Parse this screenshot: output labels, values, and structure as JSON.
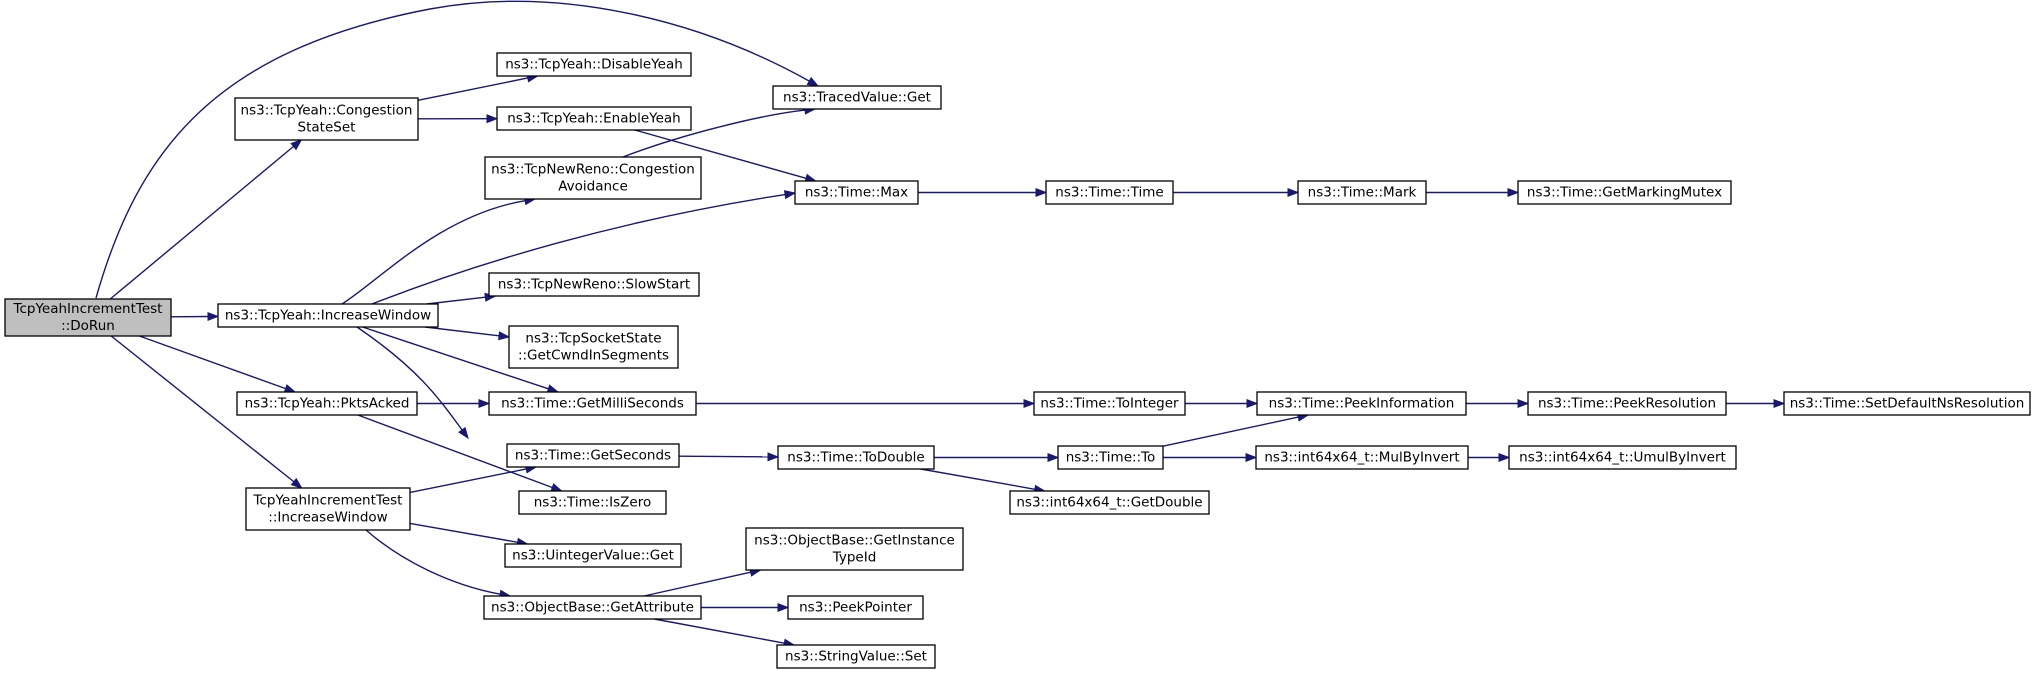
{
  "diagram": {
    "kind": "call-graph",
    "colors": {
      "edge": "#191970",
      "node_fill": "#ffffff",
      "root_fill": "#bfbfbf",
      "node_border": "#000000"
    },
    "nodes": [
      {
        "id": "dorun",
        "lines": [
          "TcpYeahIncrementTest",
          "::DoRun"
        ],
        "root": true
      },
      {
        "id": "congstate",
        "lines": [
          "ns3::TcpYeah::Congestion",
          "StateSet"
        ]
      },
      {
        "id": "incwin",
        "lines": [
          "ns3::TcpYeah::IncreaseWindow"
        ]
      },
      {
        "id": "pktsacked",
        "lines": [
          "ns3::TcpYeah::PktsAcked"
        ]
      },
      {
        "id": "testinc",
        "lines": [
          "TcpYeahIncrementTest",
          "::IncreaseWindow"
        ]
      },
      {
        "id": "disable",
        "lines": [
          "ns3::TcpYeah::DisableYeah"
        ]
      },
      {
        "id": "enable",
        "lines": [
          "ns3::TcpYeah::EnableYeah"
        ]
      },
      {
        "id": "newrenoca",
        "lines": [
          "ns3::TcpNewReno::Congestion",
          "Avoidance"
        ]
      },
      {
        "id": "slowstart",
        "lines": [
          "ns3::TcpNewReno::SlowStart"
        ]
      },
      {
        "id": "getcwnd",
        "lines": [
          "ns3::TcpSocketState",
          "::GetCwndInSegments"
        ]
      },
      {
        "id": "getms",
        "lines": [
          "ns3::Time::GetMilliSeconds"
        ]
      },
      {
        "id": "getsec",
        "lines": [
          "ns3::Time::GetSeconds"
        ]
      },
      {
        "id": "iszero",
        "lines": [
          "ns3::Time::IsZero"
        ]
      },
      {
        "id": "uintget",
        "lines": [
          "ns3::UintegerValue::Get"
        ]
      },
      {
        "id": "getattr",
        "lines": [
          "ns3::ObjectBase::GetAttribute"
        ]
      },
      {
        "id": "tracedget",
        "lines": [
          "ns3::TracedValue::Get"
        ]
      },
      {
        "id": "timemax",
        "lines": [
          "ns3::Time::Max"
        ]
      },
      {
        "id": "todouble",
        "lines": [
          "ns3::Time::ToDouble"
        ]
      },
      {
        "id": "instanceid",
        "lines": [
          "ns3::ObjectBase::GetInstance",
          "TypeId"
        ]
      },
      {
        "id": "peekptr",
        "lines": [
          "ns3::PeekPointer"
        ]
      },
      {
        "id": "strset",
        "lines": [
          "ns3::StringValue::Set"
        ]
      },
      {
        "id": "timetime",
        "lines": [
          "ns3::Time::Time"
        ]
      },
      {
        "id": "tointeger",
        "lines": [
          "ns3::Time::ToInteger"
        ]
      },
      {
        "id": "timeto",
        "lines": [
          "ns3::Time::To"
        ]
      },
      {
        "id": "getdouble",
        "lines": [
          "ns3::int64x64_t::GetDouble"
        ]
      },
      {
        "id": "mark",
        "lines": [
          "ns3::Time::Mark"
        ]
      },
      {
        "id": "peekinfo",
        "lines": [
          "ns3::Time::PeekInformation"
        ]
      },
      {
        "id": "mulbyinv",
        "lines": [
          "ns3::int64x64_t::MulByInvert"
        ]
      },
      {
        "id": "markmutex",
        "lines": [
          "ns3::Time::GetMarkingMutex"
        ]
      },
      {
        "id": "peekres",
        "lines": [
          "ns3::Time::PeekResolution"
        ]
      },
      {
        "id": "umulbyinv",
        "lines": [
          "ns3::int64x64_t::UmulByInvert"
        ]
      },
      {
        "id": "setdefault",
        "lines": [
          "ns3::Time::SetDefaultNsResolution"
        ]
      }
    ],
    "edges": [
      [
        "dorun",
        "tracedget"
      ],
      [
        "dorun",
        "congstate"
      ],
      [
        "dorun",
        "incwin"
      ],
      [
        "dorun",
        "pktsacked"
      ],
      [
        "dorun",
        "testinc"
      ],
      [
        "congstate",
        "disable"
      ],
      [
        "congstate",
        "enable"
      ],
      [
        "enable",
        "timemax"
      ],
      [
        "incwin",
        "newrenoca"
      ],
      [
        "incwin",
        "timemax"
      ],
      [
        "incwin",
        "slowstart"
      ],
      [
        "incwin",
        "getcwnd"
      ],
      [
        "incwin",
        "getms"
      ],
      [
        "incwin",
        "getsec"
      ],
      [
        "newrenoca",
        "tracedget"
      ],
      [
        "pktsacked",
        "getms"
      ],
      [
        "pktsacked",
        "iszero"
      ],
      [
        "testinc",
        "getsec"
      ],
      [
        "testinc",
        "uintget"
      ],
      [
        "testinc",
        "getattr"
      ],
      [
        "getattr",
        "instanceid"
      ],
      [
        "getattr",
        "peekptr"
      ],
      [
        "getattr",
        "strset"
      ],
      [
        "timemax",
        "timetime"
      ],
      [
        "timetime",
        "mark"
      ],
      [
        "mark",
        "markmutex"
      ],
      [
        "getms",
        "tointeger"
      ],
      [
        "tointeger",
        "peekinfo"
      ],
      [
        "peekinfo",
        "peekres"
      ],
      [
        "peekres",
        "setdefault"
      ],
      [
        "getsec",
        "todouble"
      ],
      [
        "todouble",
        "timeto"
      ],
      [
        "todouble",
        "getdouble"
      ],
      [
        "timeto",
        "peekinfo"
      ],
      [
        "timeto",
        "mulbyinv"
      ],
      [
        "mulbyinv",
        "umulbyinv"
      ]
    ]
  }
}
